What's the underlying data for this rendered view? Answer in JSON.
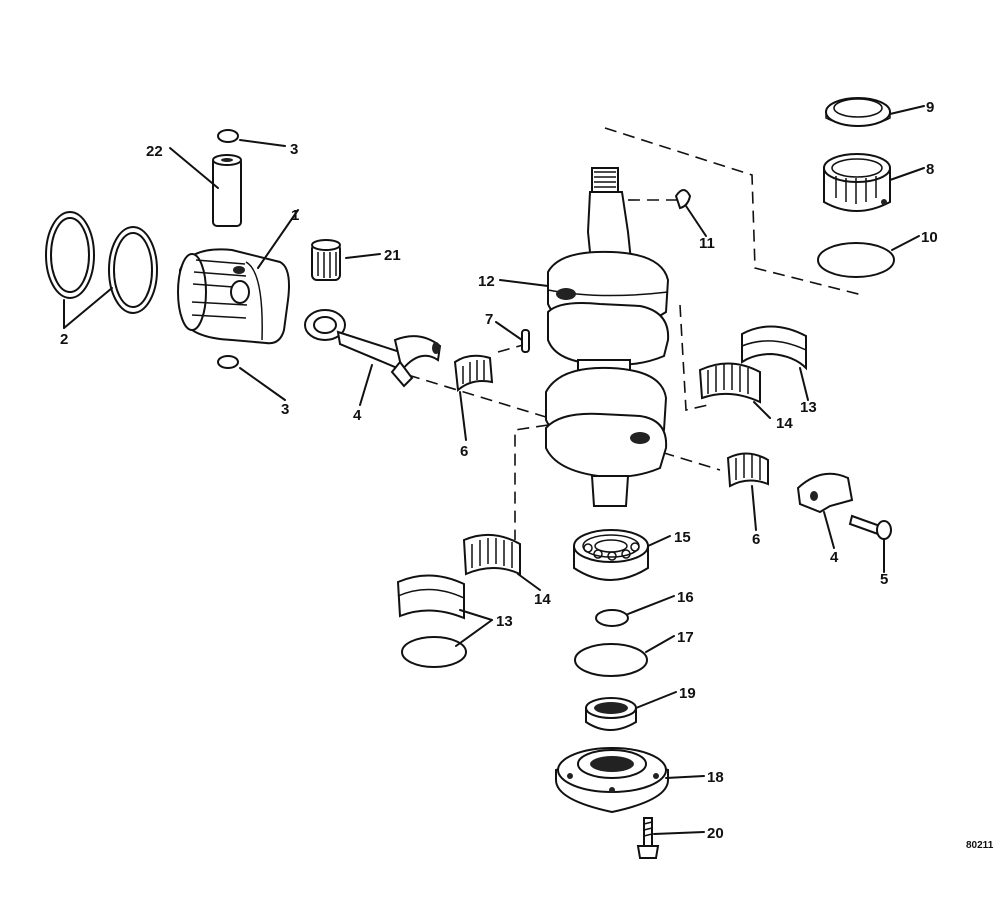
{
  "figure_number": "80211",
  "callouts": {
    "c1": "1",
    "c2": "2",
    "c3a": "3",
    "c3b": "3",
    "c4a": "4",
    "c4b": "4",
    "c5": "5",
    "c6a": "6",
    "c6b": "6",
    "c7": "7",
    "c8": "8",
    "c9": "9",
    "c10": "10",
    "c11": "11",
    "c12": "12",
    "c13a": "13",
    "c13b": "13",
    "c14a": "14",
    "c14b": "14",
    "c15": "15",
    "c16": "16",
    "c17": "17",
    "c18": "18",
    "c19": "19",
    "c20": "20",
    "c21": "21",
    "c22": "22"
  }
}
